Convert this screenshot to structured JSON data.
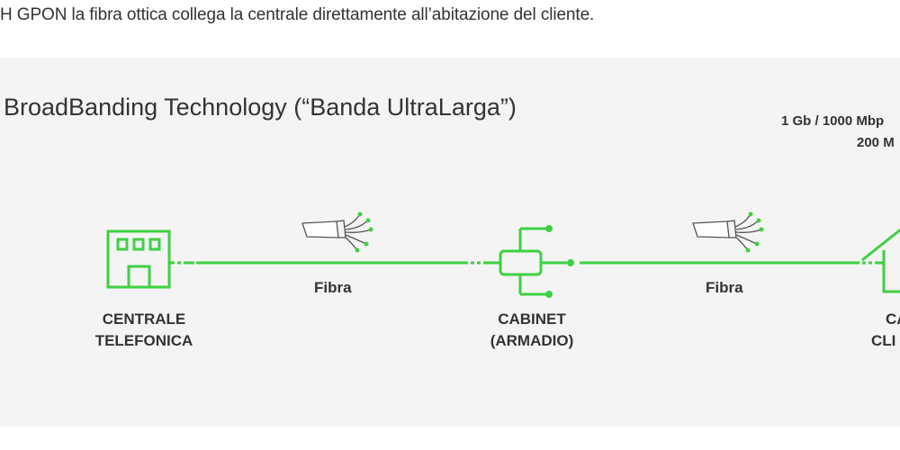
{
  "intro_text": "H GPON la fibra ottica collega la centrale direttamente all’abitazione del cliente.",
  "diagram": {
    "title": "BroadBanding Technology (“Banda UltraLarga”)",
    "speed_line_1": "1 Gb / 1000 Mbp",
    "speed_line_2": "200 M",
    "nodes": {
      "centrale": {
        "line1": "CENTRALE",
        "line2": "TELEFONICA"
      },
      "cabinet": {
        "line1": "CABINET",
        "line2": "(ARMADIO)"
      },
      "casa": {
        "line1": "CA",
        "line2": "CLI"
      }
    },
    "links": {
      "fibra_1": "Fibra",
      "fibra_2": "Fibra"
    },
    "colors": {
      "accent": "#3ed142",
      "panel_background": "#f4f4f4",
      "text": "#333333"
    }
  }
}
